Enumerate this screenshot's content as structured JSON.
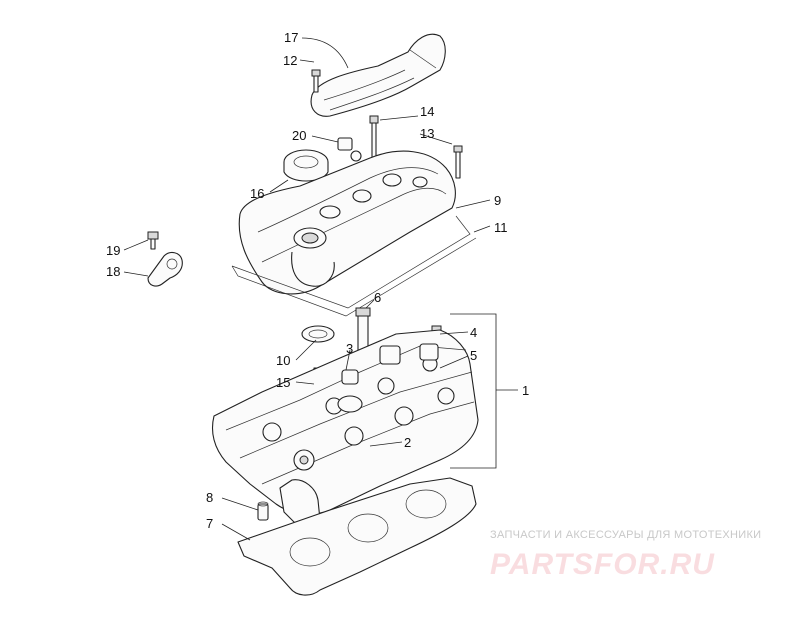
{
  "callouts": [
    {
      "id": "17",
      "label": "17"
    },
    {
      "id": "12",
      "label": "12"
    },
    {
      "id": "14",
      "label": "14"
    },
    {
      "id": "20",
      "label": "20"
    },
    {
      "id": "13",
      "label": "13"
    },
    {
      "id": "16",
      "label": "16"
    },
    {
      "id": "9",
      "label": "9"
    },
    {
      "id": "11",
      "label": "11"
    },
    {
      "id": "19",
      "label": "19"
    },
    {
      "id": "18",
      "label": "18"
    },
    {
      "id": "6",
      "label": "6"
    },
    {
      "id": "4",
      "label": "4"
    },
    {
      "id": "10",
      "label": "10"
    },
    {
      "id": "3",
      "label": "3"
    },
    {
      "id": "5",
      "label": "5"
    },
    {
      "id": "15",
      "label": "15"
    },
    {
      "id": "1",
      "label": "1"
    },
    {
      "id": "2",
      "label": "2"
    },
    {
      "id": "8",
      "label": "8"
    },
    {
      "id": "7",
      "label": "7"
    }
  ],
  "watermark": {
    "tagline": "ЗАПЧАСТИ И АКСЕССУАРЫ ДЛЯ МОТОТЕХНИКИ",
    "brand": "PARTSFOR.RU",
    "color": "#e0505f"
  }
}
